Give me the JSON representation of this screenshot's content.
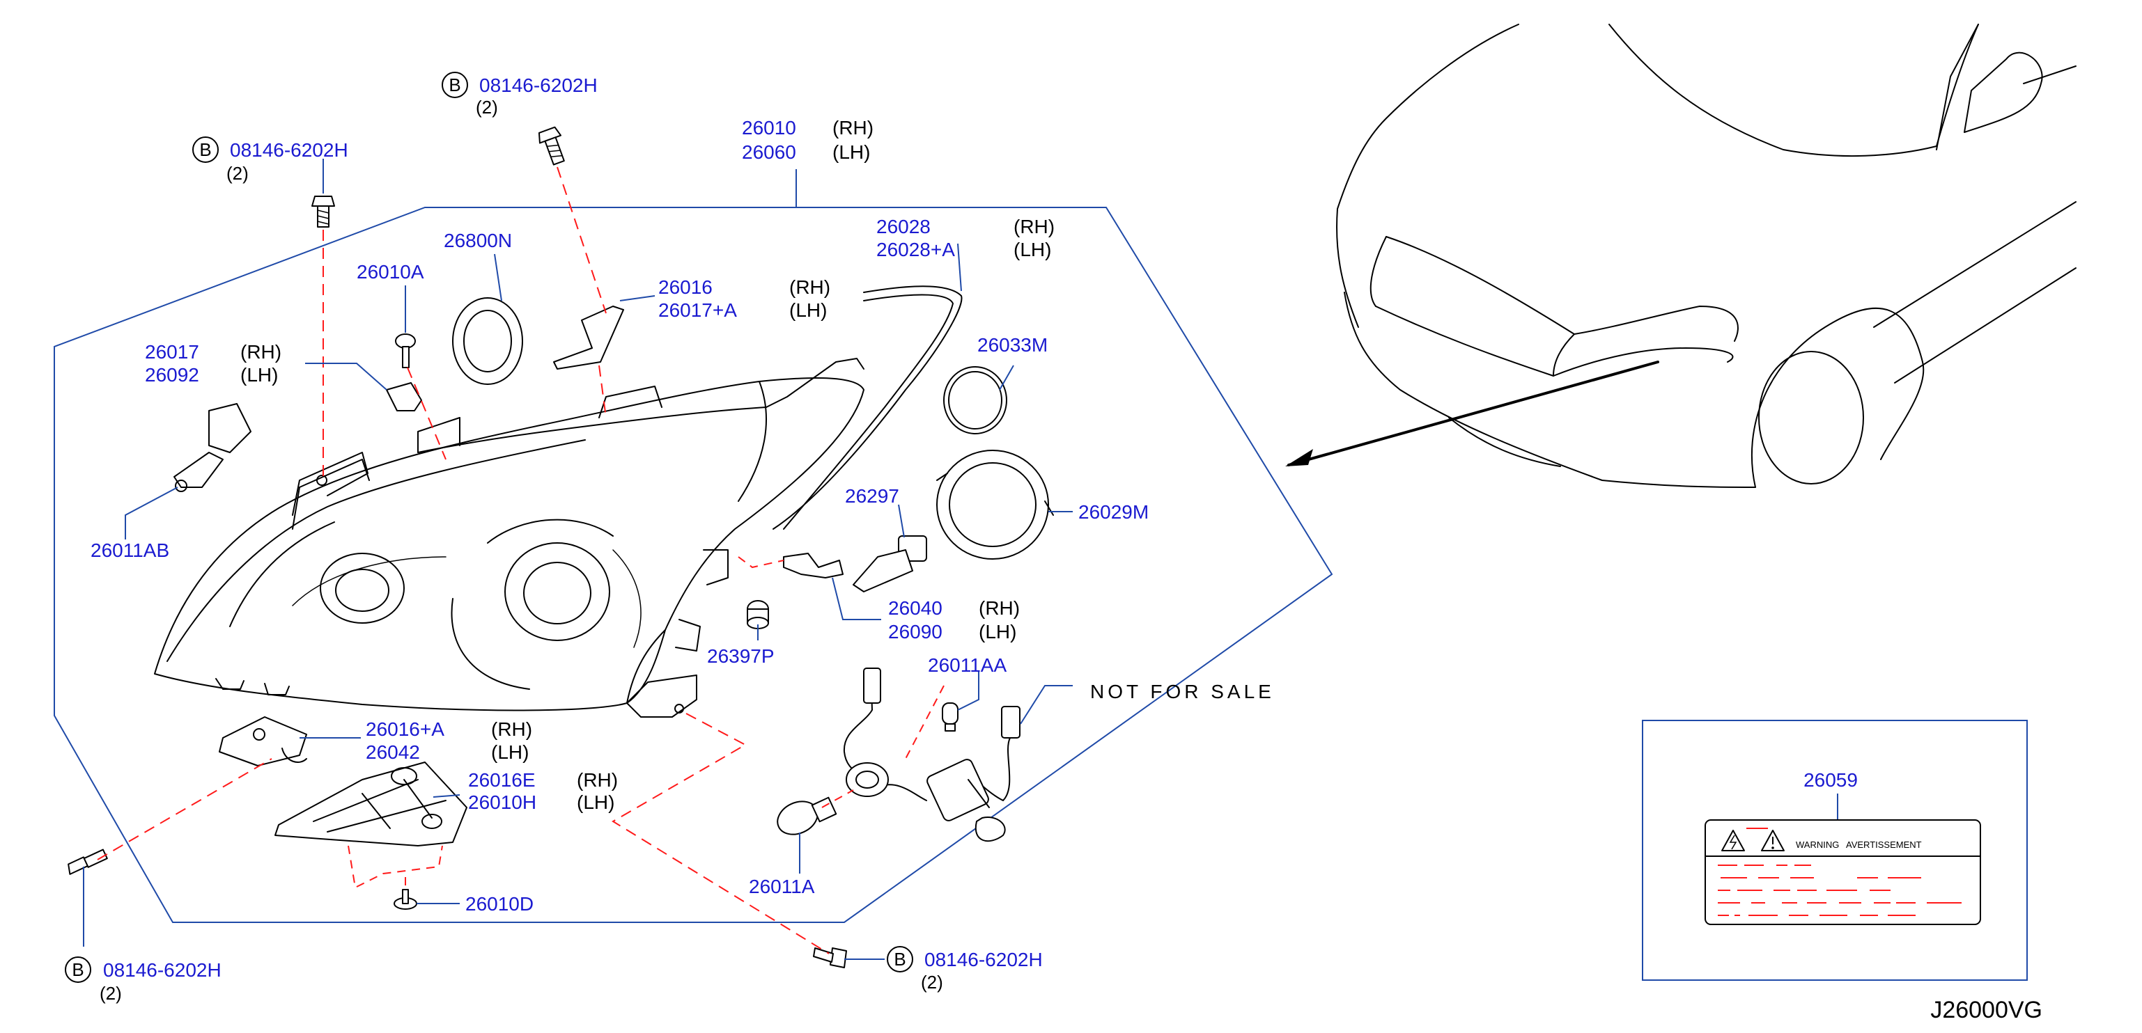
{
  "diagram_code": "J26000VG",
  "watermark": "NOT FOR SALE",
  "side_rh": "(RH)",
  "side_lh": "(LH)",
  "bolt_prefix": "B",
  "bolts": [
    {
      "part": "08146-6202H",
      "qty": "(2)"
    },
    {
      "part": "08146-6202H",
      "qty": "(2)"
    },
    {
      "part": "08146-6202H",
      "qty": "(2)"
    },
    {
      "part": "08146-6202H",
      "qty": "(2)"
    }
  ],
  "parts": {
    "headlamp_assy": [
      "26010",
      "26060"
    ],
    "p26028": [
      "26028",
      "26028+A"
    ],
    "p26800N": "26800N",
    "p26010A": "26010A",
    "p26016": [
      "26016",
      "26017+A"
    ],
    "p26017": [
      "26017",
      "26092"
    ],
    "p26033M": "26033M",
    "p26011AB": "26011AB",
    "p26297": "26297",
    "p26029M": "26029M",
    "p26040": [
      "26040",
      "26090"
    ],
    "p26397P": "26397P",
    "p26011AA": "26011AA",
    "p26016A": [
      "26016+A",
      "26042"
    ],
    "p26016E": [
      "26016E",
      "26010H"
    ],
    "p26010D": "26010D",
    "p26011A": "26011A",
    "p26059": "26059"
  },
  "label": {
    "warning": "WARNING",
    "avertissement": "AVERTISSEMENT"
  },
  "colors": {
    "part_number": "#1a1ad0",
    "leader": "#1f4aa8",
    "dashed": "#ff1a1a"
  }
}
